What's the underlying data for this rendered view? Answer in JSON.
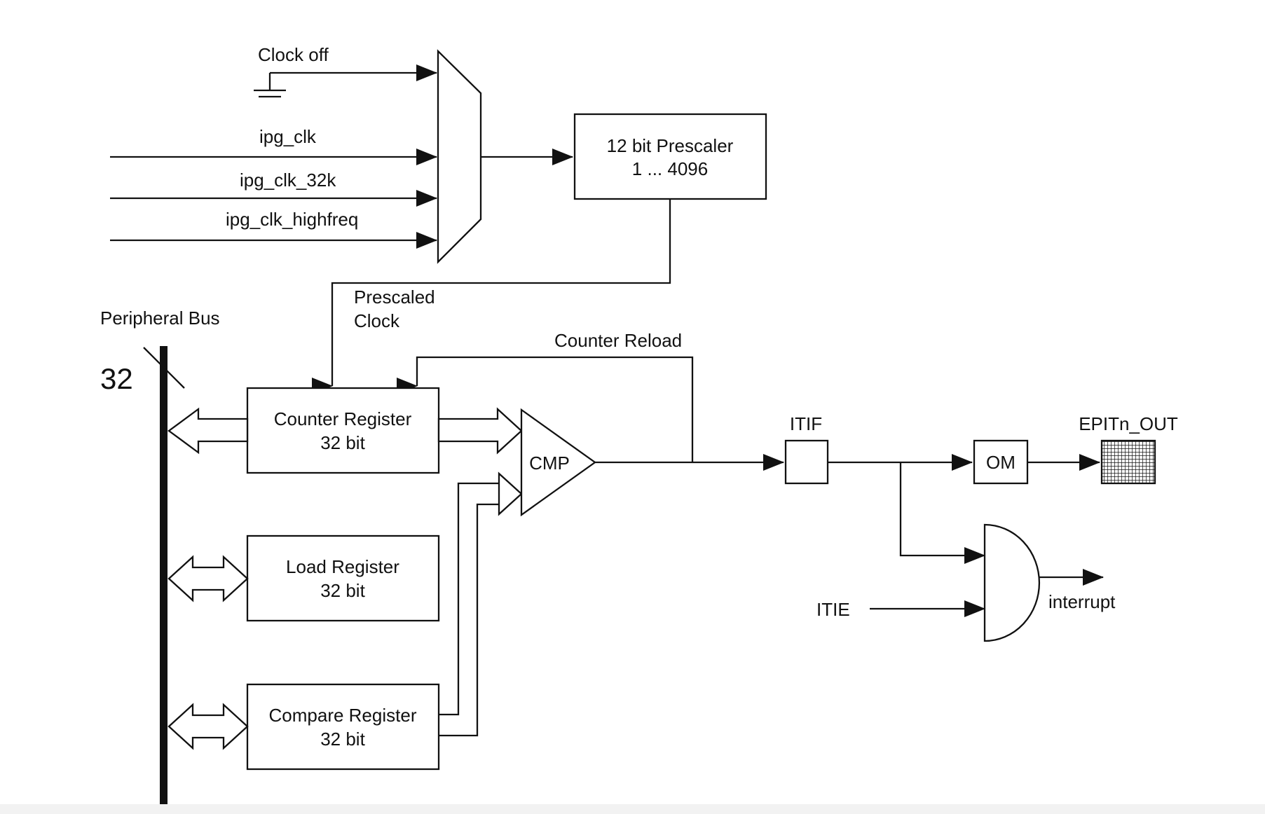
{
  "labels": {
    "clock_off": "Clock off",
    "ipg_clk": "ipg_clk",
    "ipg_clk_32k": "ipg_clk_32k",
    "ipg_clk_highfreq": "ipg_clk_highfreq",
    "prescaled_1": "Prescaled",
    "prescaled_2": "Clock",
    "peripheral_bus": "Peripheral Bus",
    "bus_width": "32",
    "counter_reload": "Counter Reload",
    "itif": "ITIF",
    "itie": "ITIE",
    "epit_out": "EPITn_OUT",
    "interrupt": "interrupt"
  },
  "blocks": {
    "prescaler": {
      "line1": "12 bit Prescaler",
      "line2": "1 ... 4096"
    },
    "counter_register": {
      "line1": "Counter Register",
      "line2": "32 bit"
    },
    "load_register": {
      "line1": "Load Register",
      "line2": "32 bit"
    },
    "compare_register": {
      "line1": "Compare Register",
      "line2": "32 bit"
    },
    "cmp": "CMP",
    "om": "OM"
  }
}
